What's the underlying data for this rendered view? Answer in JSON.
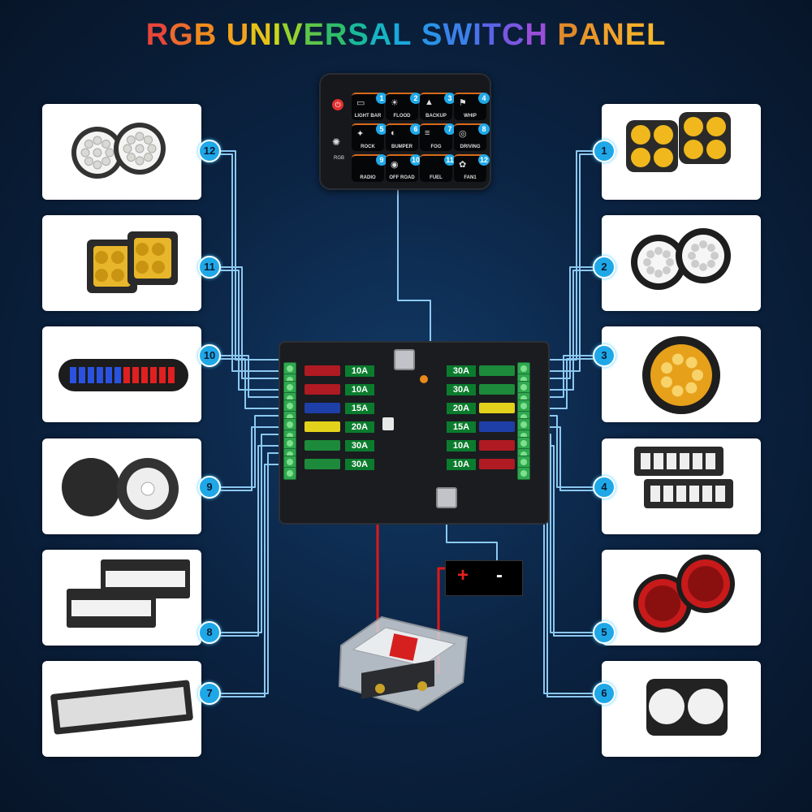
{
  "title": {
    "letters": [
      {
        "ch": "R",
        "color": "#e8463a"
      },
      {
        "ch": "G",
        "color": "#ec6a2c"
      },
      {
        "ch": "B",
        "color": "#f08a1e"
      },
      {
        "ch": " ",
        "color": "#fff"
      },
      {
        "ch": "U",
        "color": "#f3a31c"
      },
      {
        "ch": "N",
        "color": "#e6c217"
      },
      {
        "ch": "I",
        "color": "#c9d61b"
      },
      {
        "ch": "V",
        "color": "#95d12c"
      },
      {
        "ch": "E",
        "color": "#5cc649"
      },
      {
        "ch": "R",
        "color": "#2fbd6a"
      },
      {
        "ch": "S",
        "color": "#1ab89a"
      },
      {
        "ch": "A",
        "color": "#17b3c2"
      },
      {
        "ch": "L",
        "color": "#1aa7dc"
      },
      {
        "ch": " ",
        "color": "#fff"
      },
      {
        "ch": "S",
        "color": "#2a93e8"
      },
      {
        "ch": "W",
        "color": "#3b81ea"
      },
      {
        "ch": "I",
        "color": "#4a72ea"
      },
      {
        "ch": "T",
        "color": "#5b63e6"
      },
      {
        "ch": "C",
        "color": "#7a57e0"
      },
      {
        "ch": "H",
        "color": "#9a4ed8"
      },
      {
        "ch": " ",
        "color": "#fff"
      },
      {
        "ch": "P",
        "color": "#e08a2a"
      },
      {
        "ch": "A",
        "color": "#e8962a"
      },
      {
        "ch": "N",
        "color": "#f0a22a"
      },
      {
        "ch": "E",
        "color": "#f5ae2a"
      },
      {
        "ch": "L",
        "color": "#f7b52a"
      }
    ]
  },
  "switch_panel": {
    "buttons": [
      {
        "num": "1",
        "label": "LIGHT BAR",
        "icon": "▭"
      },
      {
        "num": "2",
        "label": "FLOOD",
        "icon": "☀"
      },
      {
        "num": "3",
        "label": "BACKUP",
        "icon": "▲"
      },
      {
        "num": "4",
        "label": "WHIP",
        "icon": "⚑"
      },
      {
        "num": "5",
        "label": "ROCK",
        "icon": "✦"
      },
      {
        "num": "6",
        "label": "BUMPER",
        "icon": "◐"
      },
      {
        "num": "7",
        "label": "FOG",
        "icon": "≡"
      },
      {
        "num": "8",
        "label": "DRIVING",
        "icon": "◎"
      },
      {
        "num": "9",
        "label": "RADIO",
        "icon": ""
      },
      {
        "num": "10",
        "label": "OFF ROAD",
        "icon": "◉"
      },
      {
        "num": "11",
        "label": "FUEL",
        "icon": ""
      },
      {
        "num": "12",
        "label": "FAN1",
        "icon": "✿"
      }
    ],
    "rgb_label": "RGB"
  },
  "fuses_left": [
    {
      "amp": "10A",
      "color": "#b01a22"
    },
    {
      "amp": "10A",
      "color": "#b01a22"
    },
    {
      "amp": "15A",
      "color": "#1f3fa8"
    },
    {
      "amp": "20A",
      "color": "#e3d21b"
    },
    {
      "amp": "30A",
      "color": "#1c8a3a"
    },
    {
      "amp": "30A",
      "color": "#1c8a3a"
    }
  ],
  "fuses_right": [
    {
      "amp": "30A",
      "color": "#1c8a3a"
    },
    {
      "amp": "30A",
      "color": "#1c8a3a"
    },
    {
      "amp": "20A",
      "color": "#e3d21b"
    },
    {
      "amp": "15A",
      "color": "#1f3fa8"
    },
    {
      "amp": "10A",
      "color": "#b01a22"
    },
    {
      "amp": "10A",
      "color": "#b01a22"
    }
  ],
  "left_cards": [
    {
      "num": "12",
      "kind": "round-work-light"
    },
    {
      "num": "11",
      "kind": "amber-cube-pods"
    },
    {
      "num": "10",
      "kind": "strobe-bar"
    },
    {
      "num": "9",
      "kind": "spot-pods"
    },
    {
      "num": "8",
      "kind": "dual-row-bar"
    },
    {
      "num": "7",
      "kind": "long-light-bar"
    }
  ],
  "right_cards": [
    {
      "num": "1",
      "kind": "amber-quad-pods"
    },
    {
      "num": "2",
      "kind": "round-led-pods"
    },
    {
      "num": "3",
      "kind": "amber-round-light"
    },
    {
      "num": "4",
      "kind": "slim-bars"
    },
    {
      "num": "5",
      "kind": "red-halo-pods"
    },
    {
      "num": "6",
      "kind": "dual-lens-pod"
    }
  ],
  "battery": {
    "plus": "+",
    "minus": "-",
    "plus_color": "#e82020",
    "minus_color": "#ffffff"
  },
  "colors": {
    "wire_blue": "#8cc8f0",
    "wire_red": "#e01818",
    "badge": "#1fa8e8"
  }
}
